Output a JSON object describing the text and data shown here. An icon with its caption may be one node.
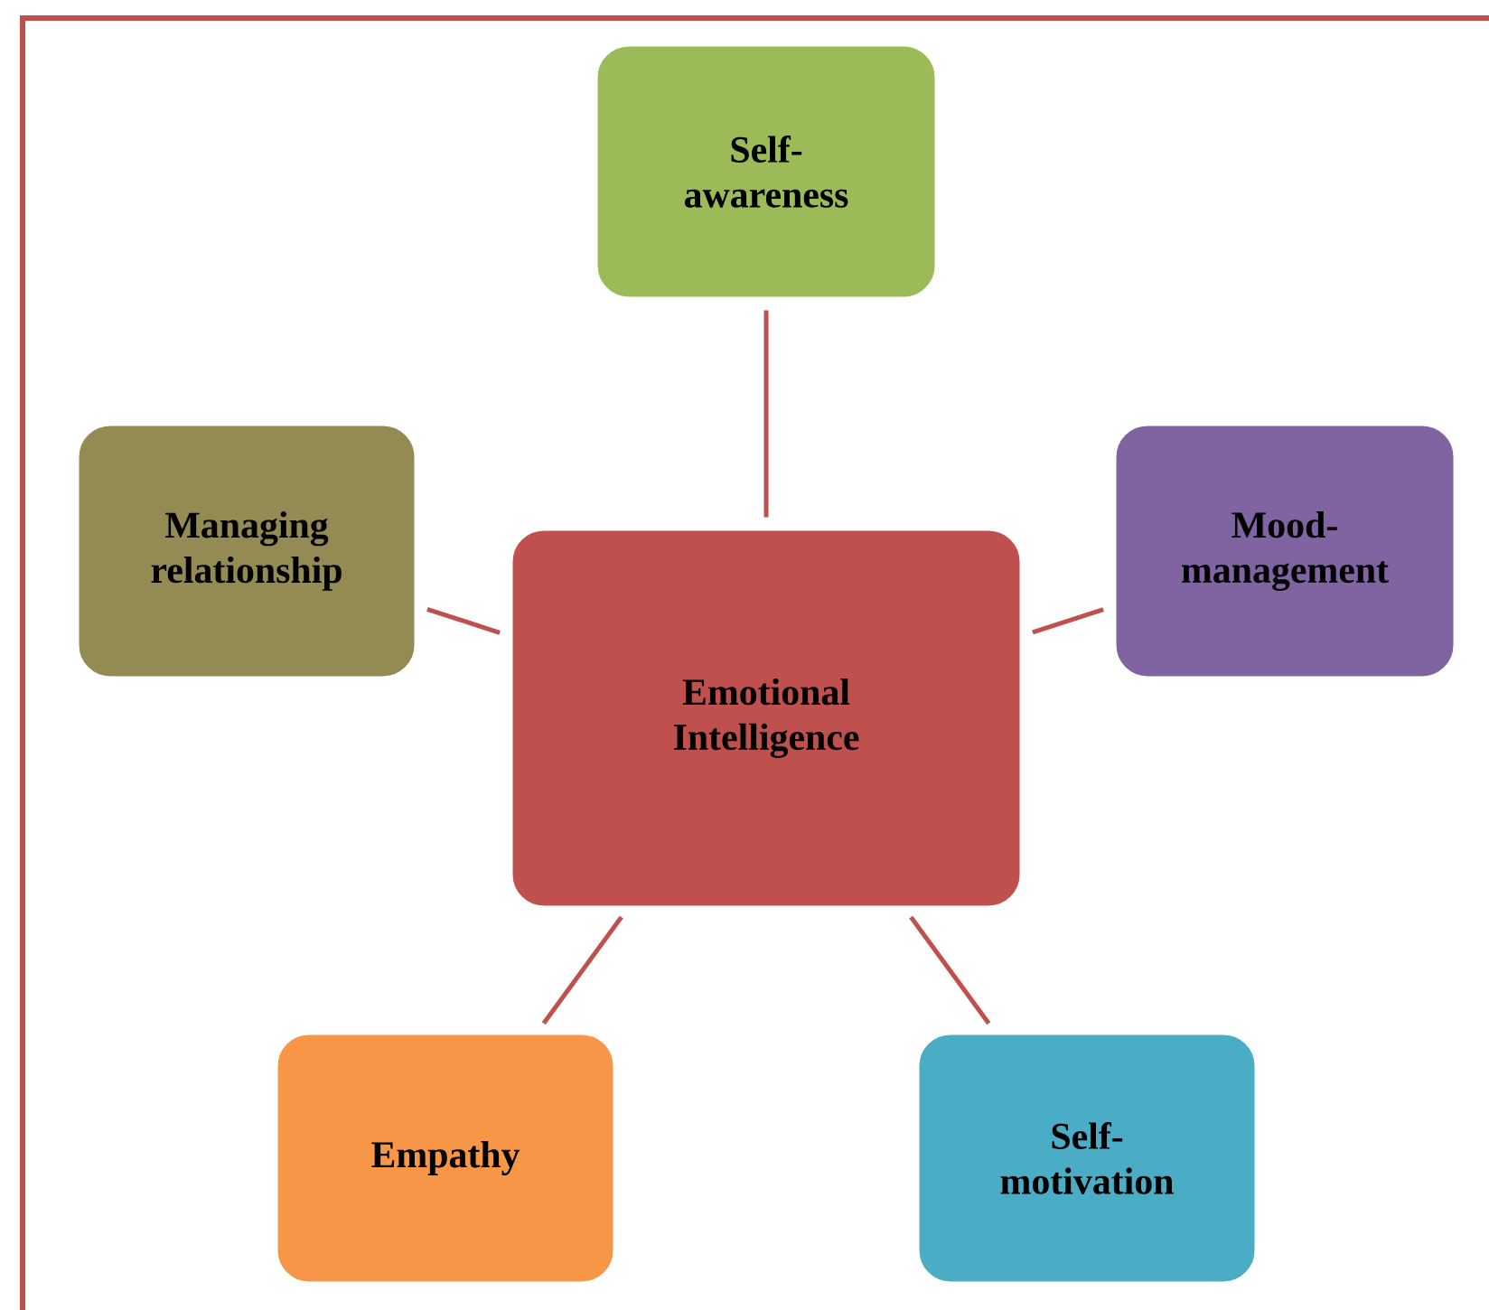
{
  "diagram": {
    "nodes": [
      {
        "text": [
          "Self-awareness"
        ]
      },
      {
        "text": [
          "Managing relationship"
        ]
      },
      {
        "text": [
          "Mood-management"
        ]
      },
      {
        "text": [
          "Emotional Intelligence"
        ]
      },
      {
        "text": [
          "Empathy"
        ]
      },
      {
        "text": [
          "Self-motivation"
        ]
      }
    ],
    "edges": [
      {
        "from": 3,
        "to": 0,
        "arrow": "none"
      },
      {
        "from": 3,
        "to": 1,
        "arrow": "none"
      },
      {
        "from": 3,
        "to": 2,
        "arrow": "none"
      },
      {
        "from": 3,
        "to": 4,
        "arrow": "none"
      },
      {
        "from": 3,
        "to": 5,
        "arrow": "none"
      }
    ]
  }
}
